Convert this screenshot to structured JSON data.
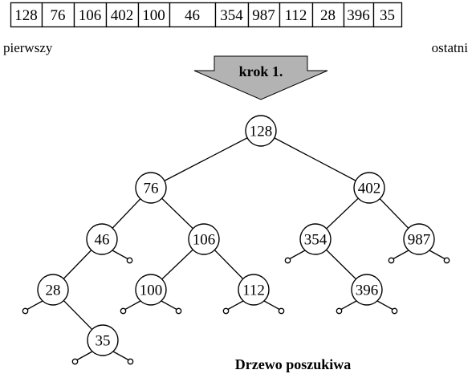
{
  "array": {
    "values": [
      "128",
      "76",
      "106",
      "402",
      "100",
      "46",
      "354",
      "987",
      "112",
      "28",
      "396",
      "35"
    ],
    "left_label": "pierwszy",
    "right_label": "ostatni"
  },
  "step_label": "krok 1.",
  "caption": "Drzewo poszukiwa",
  "colors": {
    "arrow_fill": "#b3b3b3",
    "line": "#000000",
    "background": "#ffffff"
  },
  "tree": {
    "nodes": [
      {
        "id": "n128",
        "label": "128",
        "parent": null
      },
      {
        "id": "n76",
        "label": "76",
        "parent": "n128"
      },
      {
        "id": "n402",
        "label": "402",
        "parent": "n128"
      },
      {
        "id": "n46",
        "label": "46",
        "parent": "n76"
      },
      {
        "id": "n106",
        "label": "106",
        "parent": "n76"
      },
      {
        "id": "n354",
        "label": "354",
        "parent": "n402"
      },
      {
        "id": "n987",
        "label": "987",
        "parent": "n402"
      },
      {
        "id": "n28",
        "label": "28",
        "parent": "n46"
      },
      {
        "id": "n100",
        "label": "100",
        "parent": "n106"
      },
      {
        "id": "n112",
        "label": "112",
        "parent": "n106"
      },
      {
        "id": "n396",
        "label": "396",
        "parent": "n354"
      },
      {
        "id": "n35",
        "label": "35",
        "parent": "n28"
      }
    ],
    "null_children": [
      {
        "parent": "n46",
        "side": "right"
      },
      {
        "parent": "n354",
        "side": "left"
      },
      {
        "parent": "n987",
        "side": "left"
      },
      {
        "parent": "n987",
        "side": "right"
      },
      {
        "parent": "n28",
        "side": "left"
      },
      {
        "parent": "n100",
        "side": "left"
      },
      {
        "parent": "n100",
        "side": "right"
      },
      {
        "parent": "n112",
        "side": "left"
      },
      {
        "parent": "n112",
        "side": "right"
      },
      {
        "parent": "n396",
        "side": "left"
      },
      {
        "parent": "n396",
        "side": "right"
      },
      {
        "parent": "n35",
        "side": "left"
      },
      {
        "parent": "n35",
        "side": "right"
      }
    ]
  }
}
